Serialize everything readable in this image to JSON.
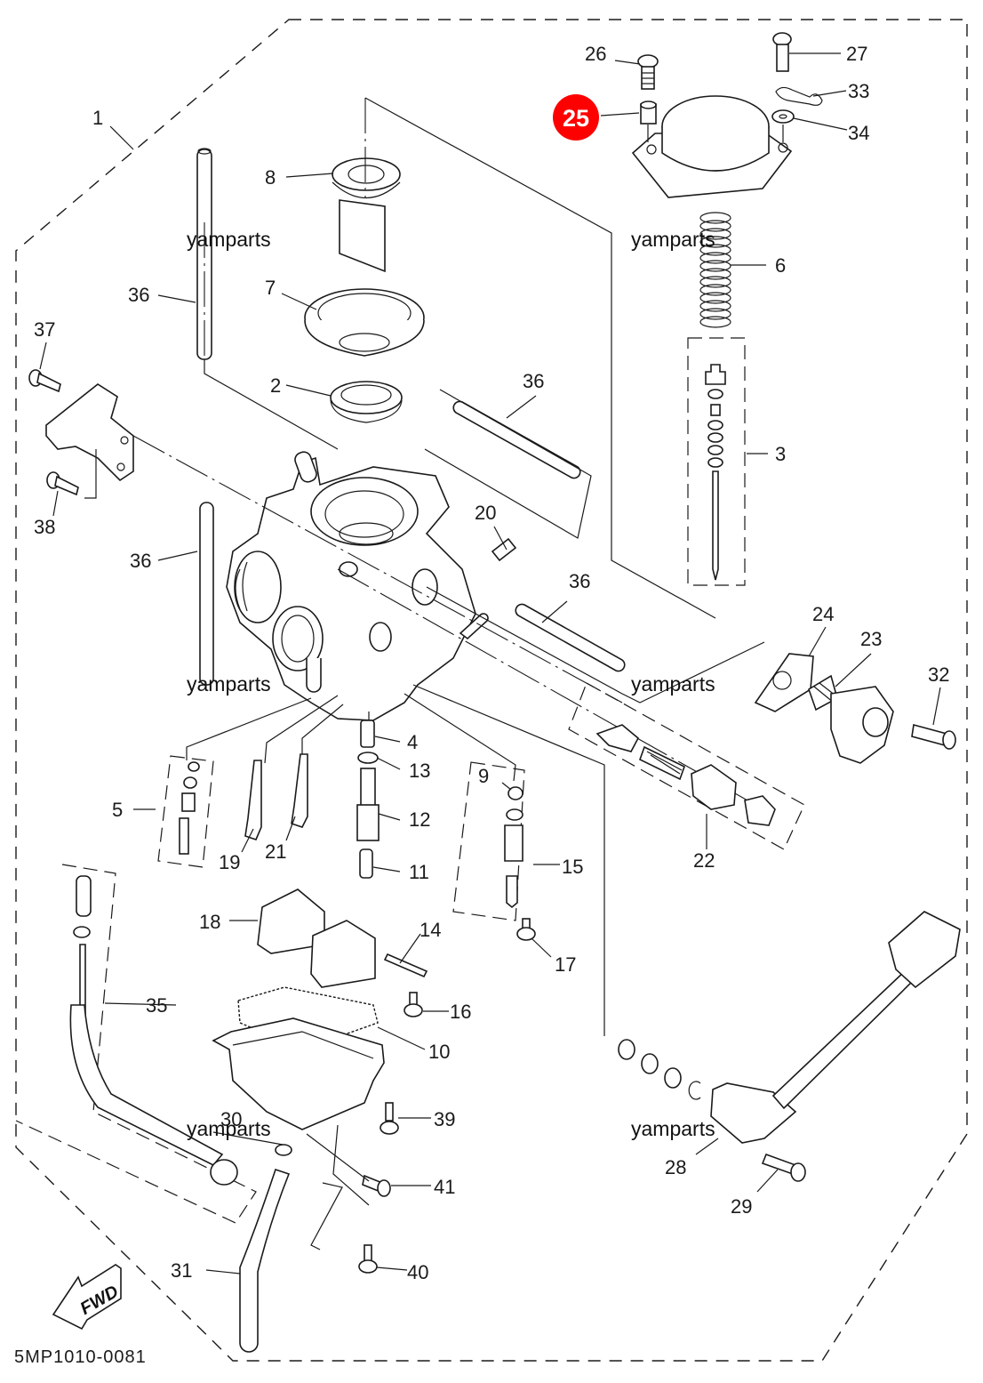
{
  "diagram": {
    "title": "Carburetor exploded parts diagram",
    "drawing_code": "5MP1010-0081",
    "direction_marker": "FWD",
    "watermark": "yamparts",
    "highlight": {
      "part": "25",
      "color": "#ff0000",
      "text_color": "#ffffff"
    },
    "callouts": [
      {
        "id": "1",
        "label": "1"
      },
      {
        "id": "2",
        "label": "2"
      },
      {
        "id": "3",
        "label": "3"
      },
      {
        "id": "4",
        "label": "4"
      },
      {
        "id": "5",
        "label": "5"
      },
      {
        "id": "6",
        "label": "6"
      },
      {
        "id": "7",
        "label": "7"
      },
      {
        "id": "8",
        "label": "8"
      },
      {
        "id": "9",
        "label": "9"
      },
      {
        "id": "10",
        "label": "10"
      },
      {
        "id": "11",
        "label": "11"
      },
      {
        "id": "12",
        "label": "12"
      },
      {
        "id": "13",
        "label": "13"
      },
      {
        "id": "14",
        "label": "14"
      },
      {
        "id": "15",
        "label": "15"
      },
      {
        "id": "16",
        "label": "16"
      },
      {
        "id": "17",
        "label": "17"
      },
      {
        "id": "18",
        "label": "18"
      },
      {
        "id": "19",
        "label": "19"
      },
      {
        "id": "20",
        "label": "20"
      },
      {
        "id": "21",
        "label": "21"
      },
      {
        "id": "22",
        "label": "22"
      },
      {
        "id": "23",
        "label": "23"
      },
      {
        "id": "24",
        "label": "24"
      },
      {
        "id": "25",
        "label": "25"
      },
      {
        "id": "26",
        "label": "26"
      },
      {
        "id": "27",
        "label": "27"
      },
      {
        "id": "28",
        "label": "28"
      },
      {
        "id": "29",
        "label": "29"
      },
      {
        "id": "30",
        "label": "30"
      },
      {
        "id": "31",
        "label": "31"
      },
      {
        "id": "32",
        "label": "32"
      },
      {
        "id": "33",
        "label": "33"
      },
      {
        "id": "34",
        "label": "34"
      },
      {
        "id": "35",
        "label": "35"
      },
      {
        "id": "36a",
        "label": "36"
      },
      {
        "id": "36b",
        "label": "36"
      },
      {
        "id": "36c",
        "label": "36"
      },
      {
        "id": "36d",
        "label": "36"
      },
      {
        "id": "37",
        "label": "37"
      },
      {
        "id": "38",
        "label": "38"
      },
      {
        "id": "39",
        "label": "39"
      },
      {
        "id": "40",
        "label": "40"
      },
      {
        "id": "41",
        "label": "41"
      }
    ]
  }
}
